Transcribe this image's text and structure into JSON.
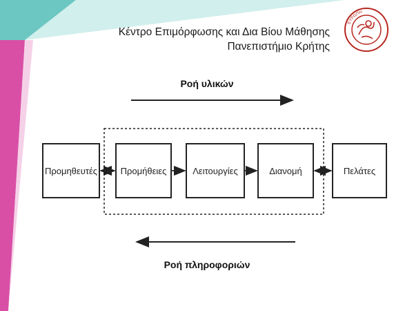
{
  "header": {
    "line1": "Κέντρο Επιμόρφωσης και Δια Βίου Μάθησης",
    "line2": "Πανεπιστήμιο Κρήτης"
  },
  "logo": {
    "ring_text": "ΕΥΡΩΠΗ"
  },
  "diagram": {
    "top_flow_label": "Ροή υλικών",
    "bottom_flow_label": "Ροή πληροφοριών",
    "boxes": {
      "suppliers": "Προμηθευτές",
      "supplies": "Προμήθειες",
      "operations": "Λειτουργίες",
      "distribution": "Διανομή",
      "customers": "Πελάτες"
    }
  },
  "colors": {
    "teal": "#6cc7c3",
    "pink": "#d94fa6",
    "logo_red": "#b7271f"
  }
}
